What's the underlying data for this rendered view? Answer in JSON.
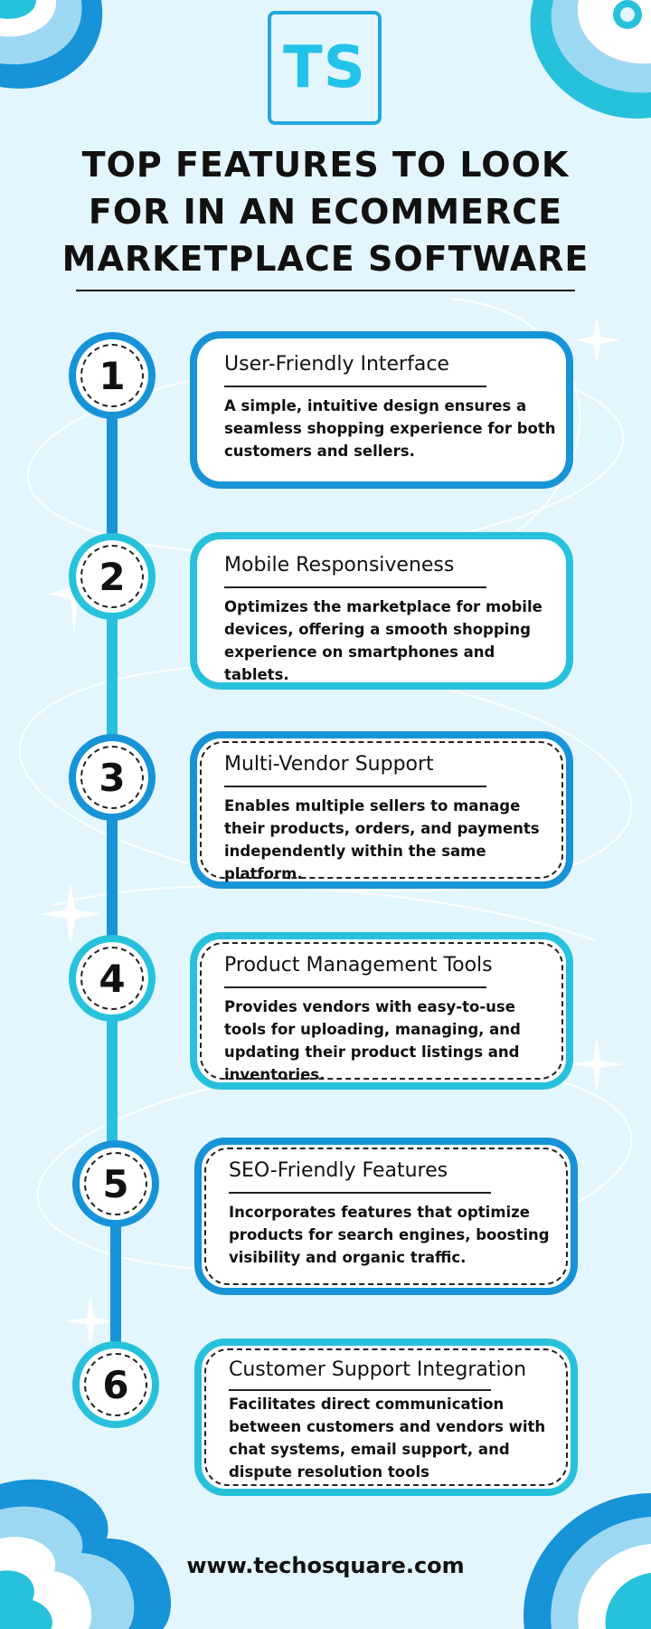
{
  "logo": {
    "text": "TS"
  },
  "title": {
    "lines": [
      "TOP FEATURES TO LOOK",
      "FOR IN AN ECOMMERCE",
      "MARKETPLACE SOFTWARE"
    ]
  },
  "features": [
    {
      "number": "1",
      "title": "User-Friendly Interface",
      "description": "A simple, intuitive design ensures a seamless shopping experience for both customers and sellers."
    },
    {
      "number": "2",
      "title": "Mobile Responsiveness",
      "description": "Optimizes the marketplace for mobile devices, offering a smooth shopping experience on smartphones and tablets."
    },
    {
      "number": "3",
      "title": "Multi-Vendor Support",
      "description": "Enables multiple sellers to manage their products, orders, and payments independently within the same platform."
    },
    {
      "number": "4",
      "title": "Product Management Tools",
      "description": "Provides vendors with easy-to-use tools for uploading, managing, and updating their product listings and inventories."
    },
    {
      "number": "5",
      "title": "SEO-Friendly Features",
      "description": "Incorporates features that optimize products for search engines, boosting visibility and organic traffic."
    },
    {
      "number": "6",
      "title": "Customer Support Integration",
      "description": "Facilitates direct communication between customers and vendors with chat systems, email support, and dispute resolution tools"
    }
  ],
  "footer": {
    "url": "www.techosquare.com"
  },
  "colors": {
    "background": "#e4f6fd",
    "blue": "#1793d8",
    "cyan": "#27c1dc",
    "light_blue": "#9dd8f3",
    "logo_text": "#22c2ea"
  }
}
